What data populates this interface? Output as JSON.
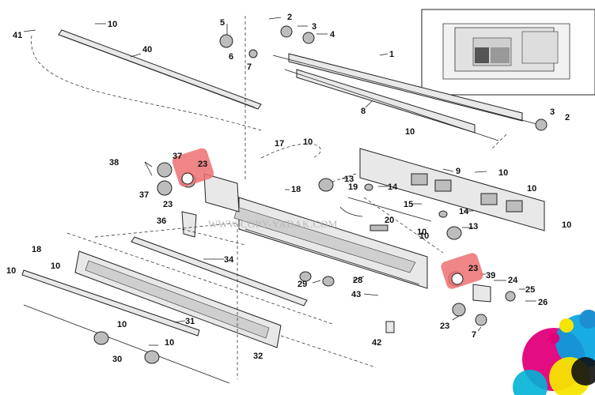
{
  "watermark": "WWW.COPY-YADAK.COM",
  "highlight_color": "#e8494c",
  "labels": {
    "p1": "1",
    "p2a": "2",
    "p2b": "2",
    "p3a": "3",
    "p3b": "3",
    "p4": "4",
    "p5": "5",
    "p6": "6",
    "p7a": "7",
    "p7b": "7",
    "p8": "8",
    "p9": "9",
    "p10a": "10",
    "p10b": "10",
    "p10c": "10",
    "p10d": "10",
    "p10e": "10",
    "p10f": "10",
    "p10g": "10",
    "p10h": "10",
    "p10i": "10",
    "p10j": "10",
    "p10k": "10",
    "p10l": "10",
    "p13a": "13",
    "p13b": "13",
    "p14a": "14",
    "p14b": "14",
    "p15": "15",
    "p17": "17",
    "p18a": "18",
    "p18b": "18",
    "p19": "19",
    "p20": "20",
    "p23a": "23",
    "p23b": "23",
    "p23c": "23",
    "p23d": "23",
    "p24": "24",
    "p25": "25",
    "p26": "26",
    "p28": "28",
    "p29": "29",
    "p30": "30",
    "p31": "31",
    "p32": "32",
    "p34": "34",
    "p36": "36",
    "p37a": "37",
    "p37b": "37",
    "p38": "38",
    "p39": "39",
    "p40": "40",
    "p41": "41",
    "p42": "42",
    "p43": "43"
  }
}
